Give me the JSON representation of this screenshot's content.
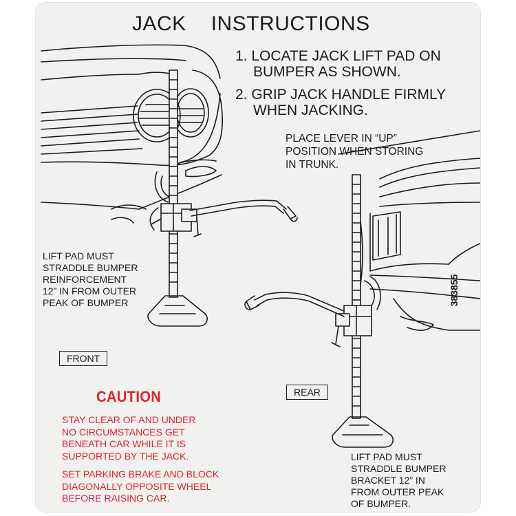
{
  "title": {
    "left": "JACK",
    "right": "INSTRUCTIONS"
  },
  "steps": [
    {
      "line1": "1.  LOCATE JACK LIFT PAD ON",
      "line2": "BUMPER AS SHOWN."
    },
    {
      "line1": "2.  GRIP JACK HANDLE FIRMLY",
      "line2": "WHEN JACKING."
    }
  ],
  "lever_note": [
    "PLACE LEVER IN “UP”",
    "POSITION WHEN STORING",
    "IN TRUNK."
  ],
  "front_note": [
    "LIFT PAD MUST",
    "STRADDLE BUMPER",
    "REINFORCEMENT",
    "12” IN FROM OUTER",
    "PEAK OF BUMPER"
  ],
  "front_label": "FRONT",
  "rear_label": "REAR",
  "rear_note": [
    "LIFT PAD MUST",
    "STRADDLE BUMPER",
    "BRACKET 12” IN",
    "FROM OUTER PEAK",
    "OF BUMPER."
  ],
  "caution": {
    "heading": "CAUTION",
    "para1": [
      "STAY CLEAR OF AND UNDER",
      "NO CIRCUMSTANCES GET",
      "BENEATH CAR WHILE IT IS",
      "SUPPORTED BY THE JACK."
    ],
    "para2": [
      "SET PARKING BRAKE AND BLOCK",
      "DIAGONALLY OPPOSITE WHEEL",
      "BEFORE RAISING CAR."
    ]
  },
  "part_number": "383855",
  "colors": {
    "ink": "#1b1b1b",
    "caution_red": "#e1242b",
    "decal_background": "#f1f1f0"
  }
}
